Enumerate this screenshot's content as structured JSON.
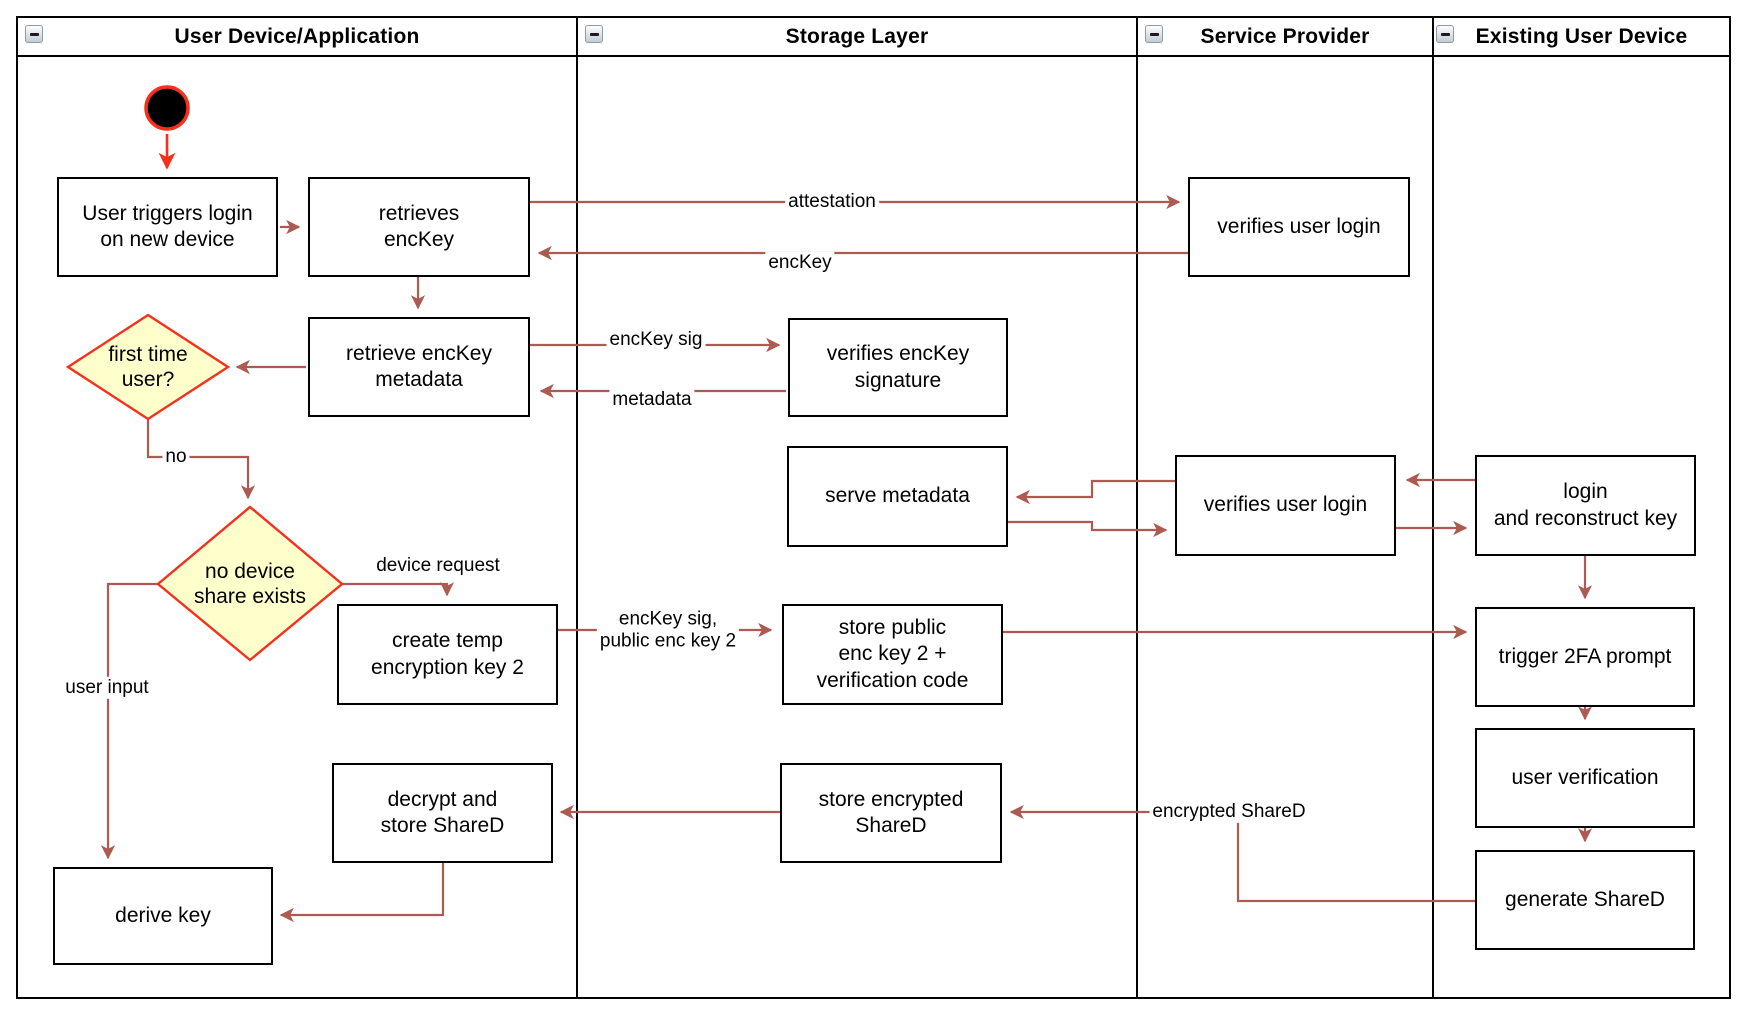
{
  "lanes": [
    {
      "label": "User Device/Application",
      "collapse_icon": "minus-icon"
    },
    {
      "label": "Storage Layer",
      "collapse_icon": "minus-icon"
    },
    {
      "label": "Service Provider",
      "collapse_icon": "minus-icon"
    },
    {
      "label": "Existing User Device",
      "collapse_icon": "minus-icon"
    }
  ],
  "nodes": {
    "user_triggers_login": {
      "label": "User triggers login\non new device"
    },
    "retrieves_enckey": {
      "label": "retrieves\nencKey"
    },
    "verifies_user_login_top": {
      "label": "verifies user login"
    },
    "retrieve_enckey_metadata": {
      "label": "retrieve encKey\nmetadata"
    },
    "verifies_enckey_signature": {
      "label": "verifies encKey\nsignature"
    },
    "serve_metadata": {
      "label": "serve metadata"
    },
    "verifies_user_login_mid": {
      "label": "verifies user login"
    },
    "login_reconstruct_key": {
      "label": "login\nand reconstruct key"
    },
    "create_temp_key2": {
      "label": "create temp\nencryption key 2"
    },
    "store_public_enc_key2": {
      "label": "store public\nenc key 2 +\nverification code"
    },
    "trigger_2fa_prompt": {
      "label": "trigger 2FA prompt"
    },
    "user_verification": {
      "label": "user verification"
    },
    "decrypt_store_shared": {
      "label": "decrypt and\nstore ShareD"
    },
    "store_encrypted_shared": {
      "label": "store encrypted\nShareD"
    },
    "generate_shared": {
      "label": "generate ShareD"
    },
    "derive_key": {
      "label": "derive key"
    }
  },
  "decisions": {
    "first_time_user": {
      "label": "first time\nuser?"
    },
    "no_device_share": {
      "label": "no device\nshare exists"
    }
  },
  "edge_labels": {
    "attestation": "attestation",
    "enckey": "encKey",
    "enckey_sig": "encKey sig",
    "metadata": "metadata",
    "no": "no",
    "device_request": "device request",
    "user_input": "user input",
    "enckey_sig_public_key2": "encKey sig,\npublic enc key 2",
    "encrypted_shared": "encrypted ShareD"
  },
  "colors": {
    "edge_stroke": "#ad5b52",
    "start_accent": "#f5301d",
    "decision_fill": "#ffffcc",
    "decision_border": "#f5301d",
    "node_border": "#000000",
    "node_fill": "#ffffff"
  }
}
